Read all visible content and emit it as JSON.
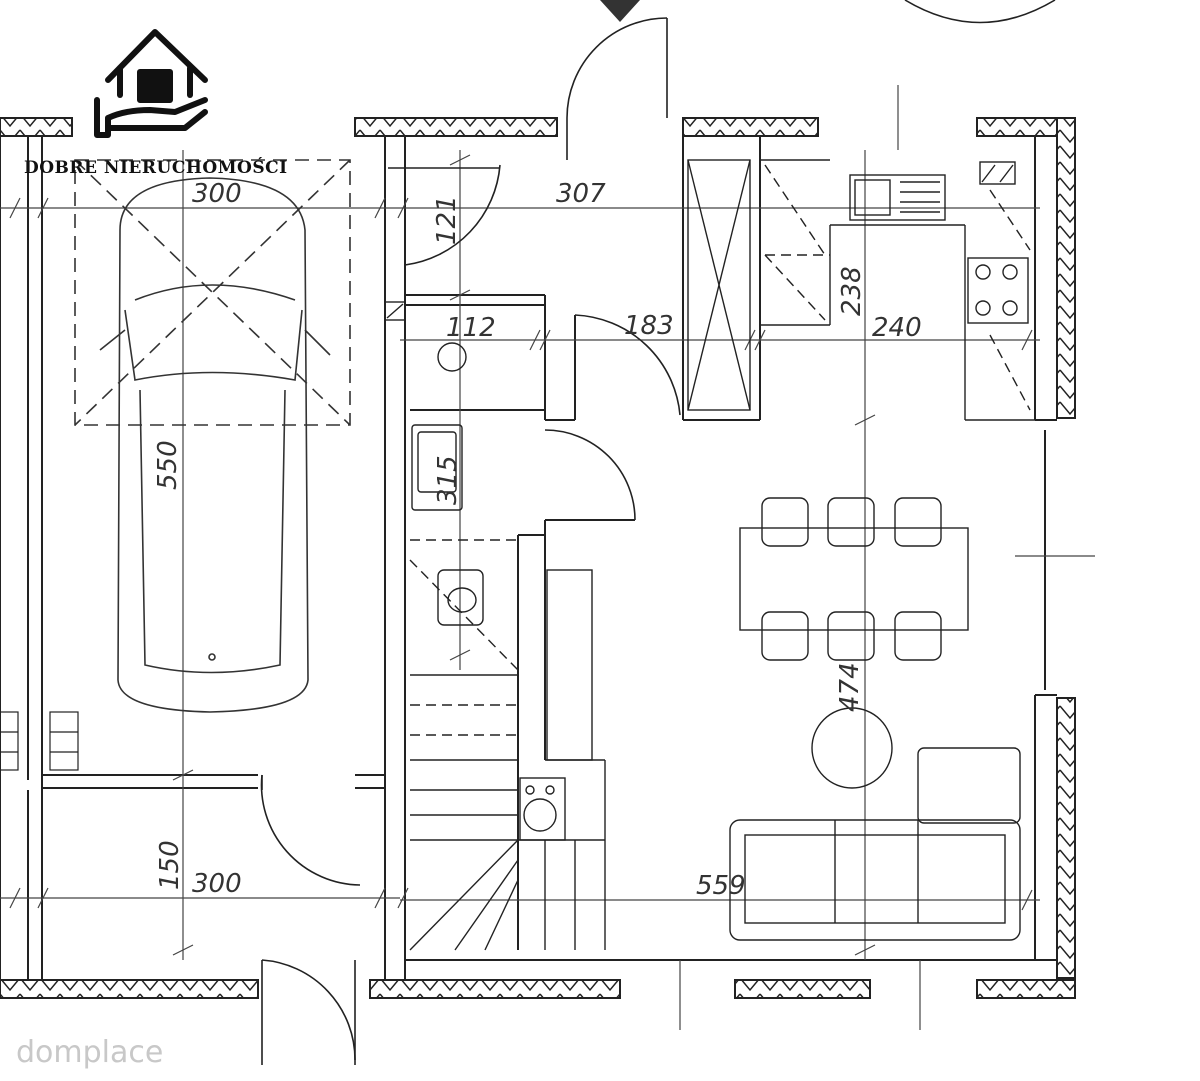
{
  "logo": {
    "text": "DOBRE NIERUCHOMOŚCI",
    "icon": "house-in-hand-icon"
  },
  "watermark": {
    "text": "domplace"
  },
  "dimensions": {
    "garage_width": "300",
    "garage_length": "550",
    "garage_lower_width": "300",
    "garage_lower_depth": "150",
    "hall_width": "307",
    "hall_depth": "121",
    "wc_width": "112",
    "bath_depth": "315",
    "corridor_width": "183",
    "kitchen_width": "240",
    "kitchen_depth": "238",
    "living_depth": "474",
    "living_width": "559"
  },
  "colors": {
    "line": "#222222",
    "light_line": "#555555"
  }
}
